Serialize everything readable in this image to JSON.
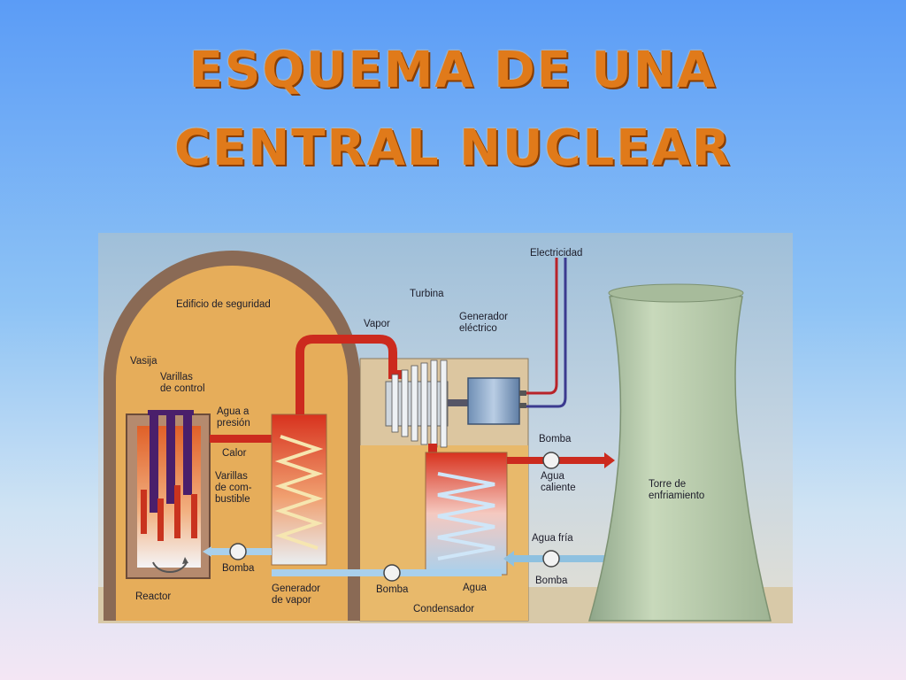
{
  "title": {
    "line1": "ESQUEMA DE UNA",
    "line2": "CENTRAL NUCLEAR"
  },
  "diagram": {
    "labels": {
      "edificio": "Edificio de seguridad",
      "vasija": "Vasija",
      "varillas_control_1": "Varillas",
      "varillas_control_2": "de control",
      "agua_presion_1": "Agua a",
      "agua_presion_2": "presión",
      "calor": "Calor",
      "varillas_comb_1": "Varillas",
      "varillas_comb_2": "de com-",
      "varillas_comb_3": "bustible",
      "reactor": "Reactor",
      "bomba_reactor": "Bomba",
      "generador_vapor_1": "Generador",
      "generador_vapor_2": "de vapor",
      "vapor": "Vapor",
      "turbina": "Turbina",
      "generador_electrico_1": "Generador",
      "generador_electrico_2": "eléctrico",
      "electricidad": "Electricidad",
      "bomba_caliente": "Bomba",
      "agua_caliente_1": "Agua",
      "agua_caliente_2": "caliente",
      "torre_1": "Torre de",
      "torre_2": "enfriamiento",
      "agua_fria": "Agua fría",
      "bomba_fria": "Bomba",
      "bomba_condensador": "Bomba",
      "agua": "Agua",
      "condensador": "Condensador"
    },
    "colors": {
      "building": "#8a6a55",
      "building_inner": "#e6ad5a",
      "hot_water": "#cc2a1e",
      "cold_water": "#8fc1e0",
      "tower": "#b7ccab",
      "control_rods": "#4a1f6b",
      "fuel_rods": "#c9331e"
    }
  }
}
